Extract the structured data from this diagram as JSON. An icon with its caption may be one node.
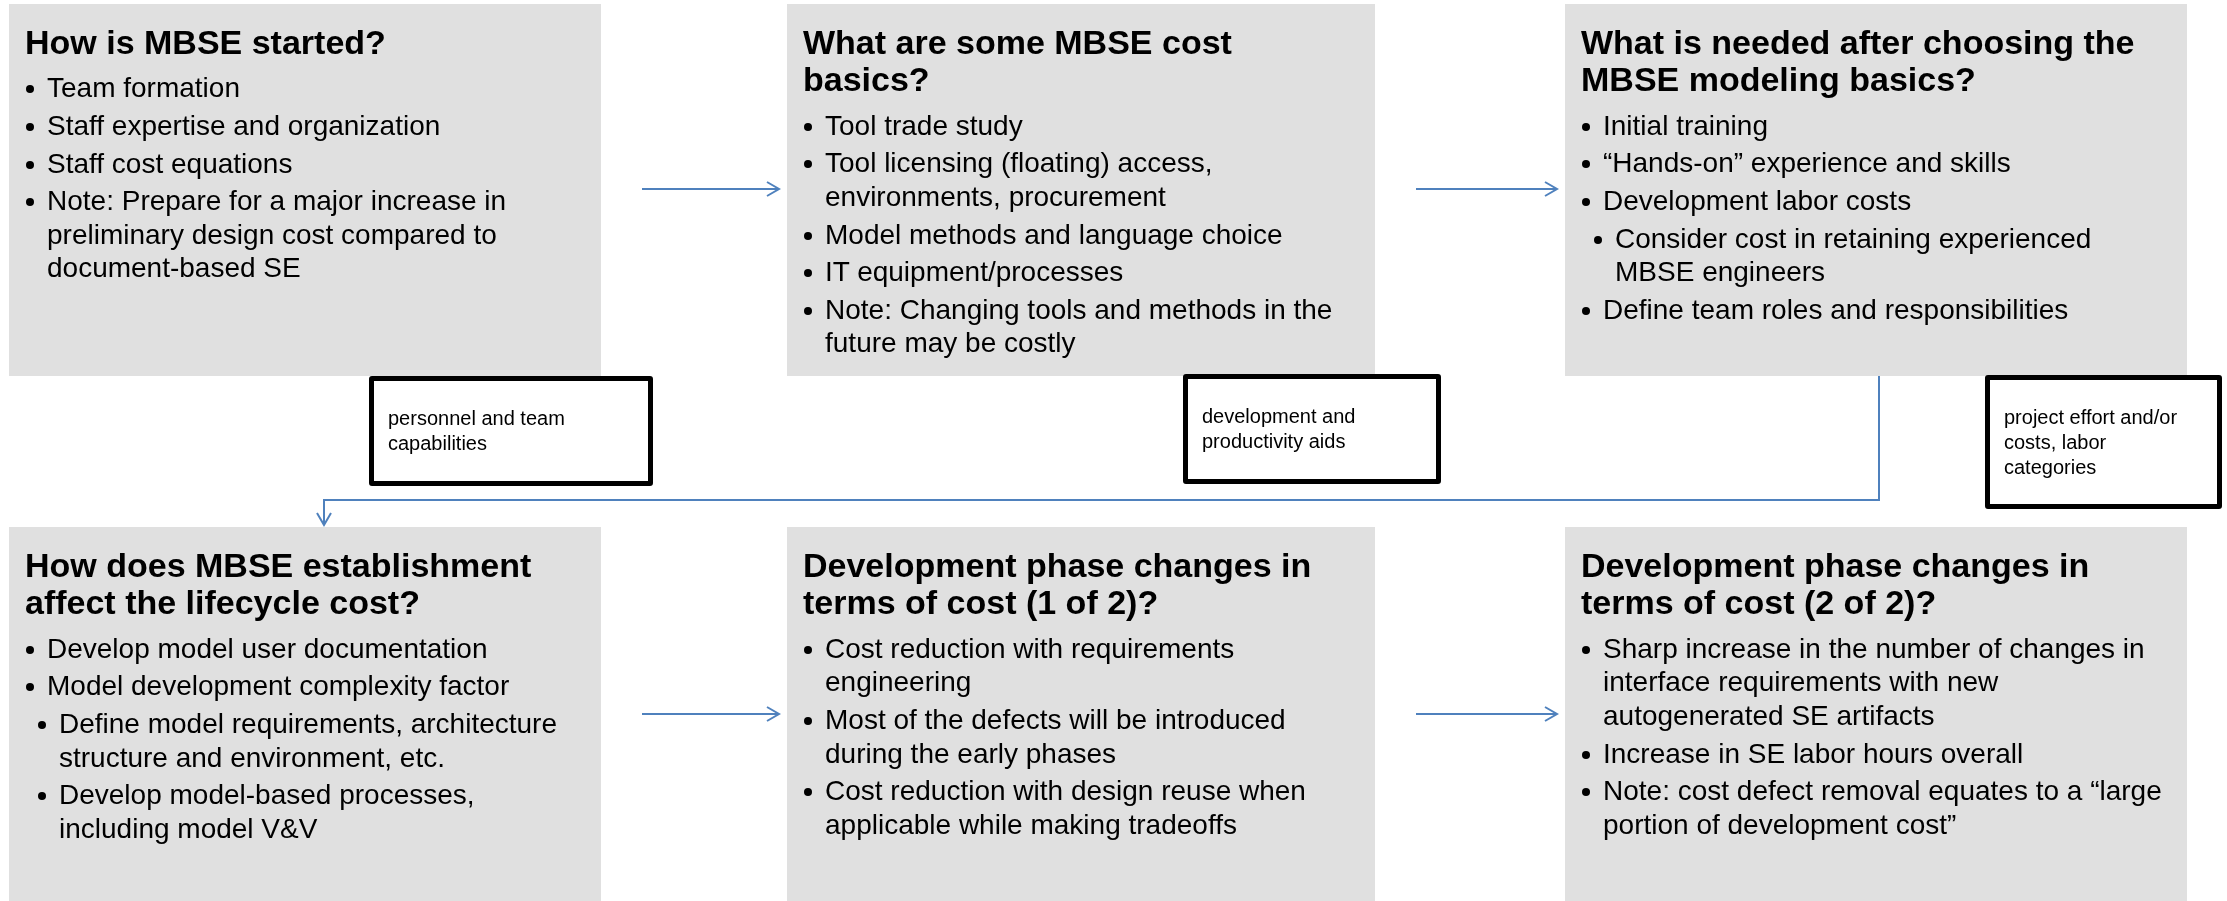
{
  "diagram": {
    "nodes": [
      {
        "text": [
          "How is MBSE started?",
          "Team formation",
          "Staff expertise and organization",
          "Staff cost equations",
          "Note: Prepare for a major increase in preliminary design cost compared to document-based SE"
        ]
      },
      {
        "text": [
          "What are some MBSE cost basics?",
          "Tool trade study",
          "Tool licensing (floating) access, environments, procurement",
          "Model methods and language choice",
          "IT equipment/processes",
          "Note: Changing tools and methods in the future may be costly"
        ]
      },
      {
        "text": [
          "What is needed after choosing the MBSE modeling basics?",
          "Initial training",
          "“Hands-on” experience and skills",
          "Development labor costs",
          "Consider cost in retaining experienced MBSE engineers",
          "Define team roles and responsibilities"
        ]
      },
      {
        "text": [
          "How does MBSE establishment affect the lifecycle cost?",
          "Develop model user documentation",
          "Model development complexity factor",
          "Define model requirements, architecture structure and environment, etc.",
          "Develop model-based processes, including model V&V"
        ]
      },
      {
        "text": [
          "Development phase changes in terms of cost (1 of 2)?",
          "Cost reduction with requirements engineering",
          "Most of the defects will be introduced during the early phases",
          "Cost reduction with design reuse when applicable while making tradeoffs"
        ]
      },
      {
        "text": [
          "Development phase changes in terms of cost (2 of 2)?",
          "Sharp increase in the number of changes in interface requirements with new autogenerated SE artifacts",
          "Increase in SE labor hours overall",
          "Note: cost defect removal equates to a “large portion of development cost”"
        ]
      },
      {
        "text": [
          "personnel and team capabilities"
        ]
      },
      {
        "text": [
          "development and productivity aids"
        ]
      },
      {
        "text": [
          "project effort and/or costs, labor categories"
        ]
      }
    ],
    "edges": [
      {
        "from": 0,
        "to": 1,
        "arrow": "to"
      },
      {
        "from": 1,
        "to": 2,
        "arrow": "to"
      },
      {
        "from": 2,
        "to": 3,
        "arrow": "to"
      },
      {
        "from": 3,
        "to": 4,
        "arrow": "to"
      },
      {
        "from": 4,
        "to": 5,
        "arrow": "to"
      }
    ]
  }
}
